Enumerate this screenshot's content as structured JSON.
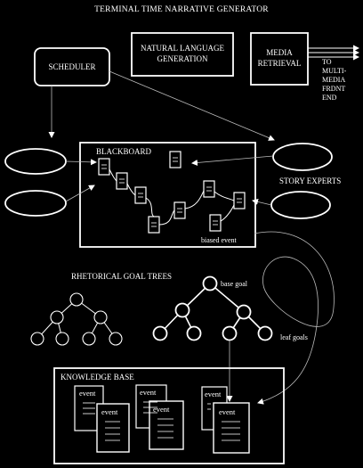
{
  "title": "TERMINAL TIME NARRATIVE GENERATOR",
  "modules": {
    "scheduler": "SCHEDULER",
    "nlg_line1": "NATURAL LANGUAGE",
    "nlg_line2": "GENERATION",
    "media_line1": "MEDIA",
    "media_line2": "RETRIEVAL",
    "output_lines": [
      "TO",
      "MULTI-",
      "MEDIA",
      "FRDNT",
      "END"
    ]
  },
  "blackboard": {
    "label": "BLACKBOARD",
    "biased_event": "biased event"
  },
  "story_experts": "STORY EXPERTS",
  "rhetorical_goal_trees": "RHETORICAL GOAL TREES",
  "base_goal": "base goal",
  "leaf_goals": "leaf goals",
  "knowledge_base": {
    "label": "KNOWLEDGE BASE",
    "event_label": "event"
  },
  "colors": {
    "background": "#000000",
    "foreground": "#ffffff"
  }
}
